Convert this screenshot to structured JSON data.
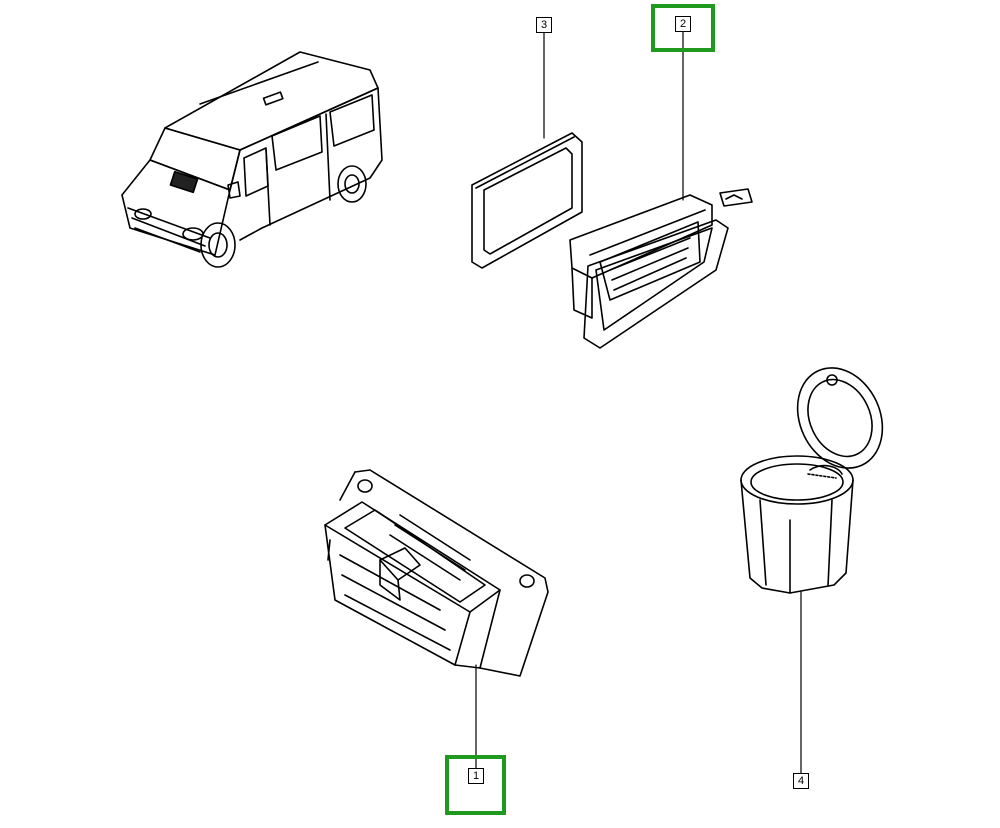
{
  "callouts": [
    {
      "id": "1",
      "label": "1",
      "highlighted": true
    },
    {
      "id": "2",
      "label": "2",
      "highlighted": true
    },
    {
      "id": "3",
      "label": "3",
      "highlighted": false
    },
    {
      "id": "4",
      "label": "4",
      "highlighted": false
    }
  ],
  "colors": {
    "line": "#000000",
    "highlight": "#1f9a1f",
    "background": "#ffffff"
  },
  "icons": [
    "van-illustration",
    "gasket-frame-part",
    "ashtray-housing-part",
    "storage-tray-part",
    "cup-holder-part"
  ]
}
